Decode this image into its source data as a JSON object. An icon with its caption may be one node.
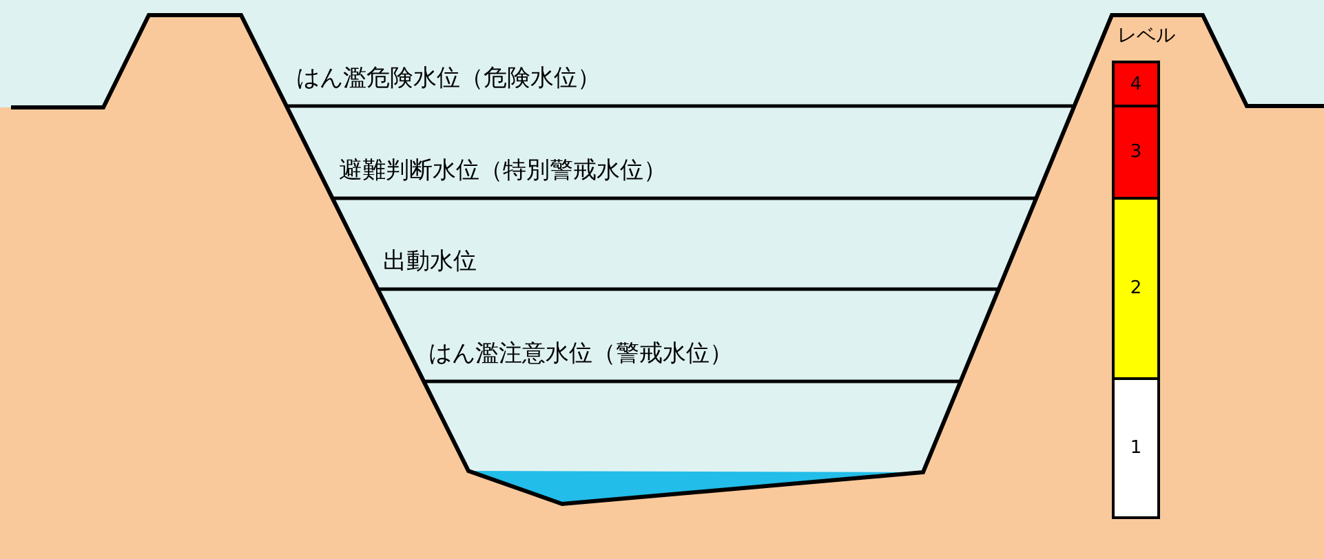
{
  "diagram": {
    "nodes": [
      {
        "text": [
          "4"
        ]
      },
      {
        "text": [
          "3"
        ]
      },
      {
        "text": [
          "2"
        ]
      },
      {
        "text": [
          "1"
        ]
      }
    ],
    "labels": [
      "はん濫危険水位（危険水位）",
      "避難判断水位（特別警戒水位）",
      "出動水位",
      "はん濫注意水位（警戒水位）",
      "レベル"
    ]
  }
}
